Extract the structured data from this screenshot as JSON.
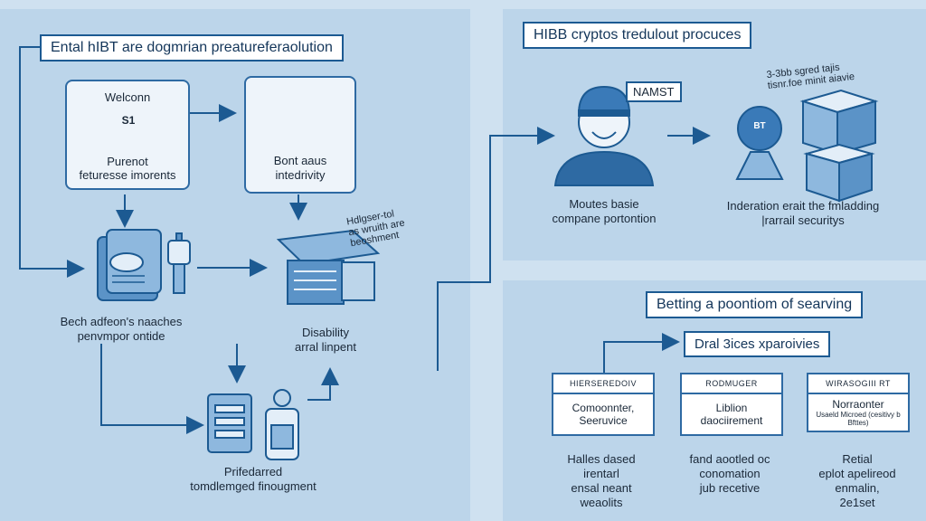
{
  "left": {
    "banner": "Ental hIBT are dogmrian preatureferaolution",
    "card1": {
      "title": "Welconn",
      "chip": "S1",
      "line1": "Purenot",
      "line2": "feturesse imorents"
    },
    "card2": {
      "line1": "Bont aaus",
      "line2": "intedrivity"
    },
    "note": {
      "line1": "Hdlgser-tol",
      "line2": "as wruith are",
      "line3": "beoshment"
    },
    "label_a": {
      "line1": "Bech adfeon's naaches",
      "line2": "penvmpor ontide"
    },
    "label_b": {
      "line1": "Disability",
      "line2": "arral linpent"
    },
    "label_c": {
      "line1": "Prifedarred",
      "line2": "tomdlemged finougment"
    }
  },
  "top_right": {
    "banner": "HIBB cryptos tredulout procuces",
    "speech": "NAMST",
    "note": {
      "line1": "3-3bb sgred tajis",
      "line2": "tisnr.foe minit aiavie"
    },
    "badge": "BT",
    "label_a": {
      "line1": "Moutes basie",
      "line2": "compane portontion"
    },
    "label_b": {
      "line1": "Inderation erait the fmladding",
      "line2": "|rarrail securitys"
    }
  },
  "bottom_right": {
    "banner": "Betting a poontiom of searving",
    "sub_banner": "Dral 3ices xparoivies",
    "boxes": [
      {
        "header": "HIERSEREDOIV",
        "body1": "Comoonnter,",
        "body2": "Seeruvice",
        "cap1": "Halles dased",
        "cap2": "irentarl",
        "cap3": "ensal neant",
        "cap4": "weaolits"
      },
      {
        "header": "RODMUGER",
        "body1": "Liblion",
        "body2": "daociirement",
        "cap1": "fand aootled oc",
        "cap2": "conomation",
        "cap3": "jub recetive",
        "cap4": ""
      },
      {
        "header": "WIRASOGIII RT",
        "body1": "Norraonter",
        "body2": "Usaeld Microed (cesitivy b Bfttes)",
        "cap1": "Retial",
        "cap2": "eplot apelireod",
        "cap3": "enmalin,",
        "cap4": "2e1set"
      }
    ]
  },
  "colors": {
    "accent": "#1c5a92",
    "panel": "#bcd5ea",
    "background": "#cfe1f0"
  }
}
